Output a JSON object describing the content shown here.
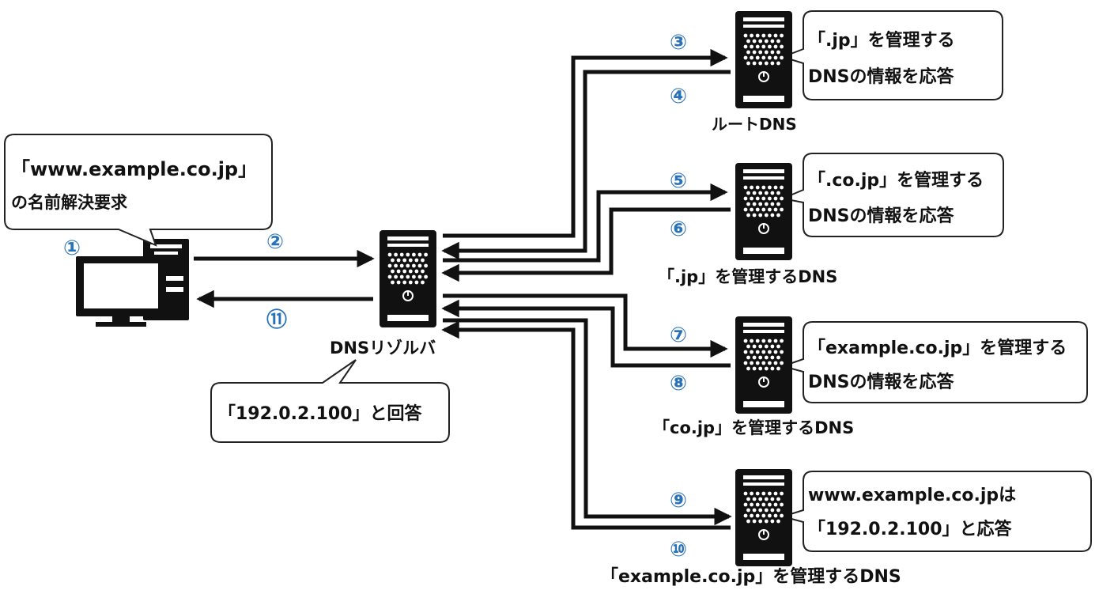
{
  "colors": {
    "step_blue": "#2a72b8",
    "line": "#111111"
  },
  "steps": [
    "①",
    "②",
    "③",
    "④",
    "⑤",
    "⑥",
    "⑦",
    "⑧",
    "⑨",
    "⑩",
    "⑪"
  ],
  "client": {
    "icon": "desktop-computer-icon",
    "bubble_lines": [
      "「www.example.co.jp」",
      "の名前解決要求"
    ]
  },
  "resolver": {
    "icon": "server-tower-icon",
    "label": "DNSリゾルバ",
    "bubble_text": "「192.0.2.100」と回答"
  },
  "servers": [
    {
      "icon": "server-tower-icon",
      "label": "ルートDNS",
      "bubble_lines": [
        "「.jp」を管理する",
        "DNSの情報を応答"
      ]
    },
    {
      "icon": "server-tower-icon",
      "label": "「.jp」を管理するDNS",
      "bubble_lines": [
        "「.co.jp」を管理する",
        "DNSの情報を応答"
      ]
    },
    {
      "icon": "server-tower-icon",
      "label": "「co.jp」を管理するDNS",
      "bubble_lines": [
        "「example.co.jp」を管理する",
        "DNSの情報を応答"
      ]
    },
    {
      "icon": "server-tower-icon",
      "label": "「example.co.jp」を管理するDNS",
      "bubble_lines": [
        "www.example.co.jpは",
        "「192.0.2.100」と応答"
      ]
    }
  ]
}
